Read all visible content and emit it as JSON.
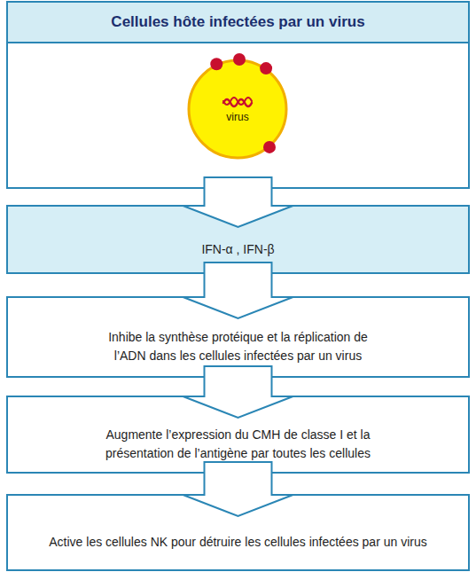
{
  "diagram": {
    "nodes": [
      {
        "text": [
          "Cellules hôte infectées par un virus"
        ]
      },
      {
        "text": [
          "virus"
        ],
        "in": 0
      },
      {
        "text": [
          "IFN-α , IFN-β"
        ]
      },
      {
        "text": [
          "Inhibe la synthèse protéique et la réplication de l’ADN dans les cellules infectées par un virus"
        ]
      },
      {
        "text": [
          "Augmente l’expression du CMH de classe I et la présentation de l’antigène par toutes les cellules"
        ]
      },
      {
        "text": [
          "Active les cellules NK pour détruire les cellules infectées par un virus"
        ]
      }
    ],
    "edges": [
      {
        "from": 0,
        "to": 2,
        "arrow": "to"
      },
      {
        "from": 2,
        "to": 3,
        "arrow": "to"
      },
      {
        "from": 3,
        "to": 4,
        "arrow": "to"
      },
      {
        "from": 4,
        "to": 5,
        "arrow": "to"
      }
    ]
  }
}
